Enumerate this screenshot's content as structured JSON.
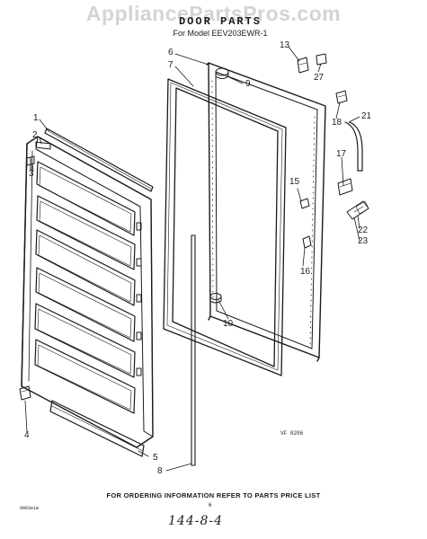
{
  "watermark": "AppliancePartsPros.com",
  "title": "DOOR PARTS",
  "model_line": "For Model EEV203EWR-1",
  "callouts": [
    "1",
    "2",
    "3",
    "4",
    "5",
    "6",
    "7",
    "8",
    "9",
    "10",
    "13",
    "15",
    "16",
    "17",
    "18",
    "21",
    "22",
    "23",
    "27"
  ],
  "diagram_code": "VF 0206",
  "footer_note": "FOR ORDERING INFORMATION REFER TO PARTS PRICE LIST",
  "page_number": "6",
  "small_code": "9803eiw",
  "handwritten_note": "144-8-4"
}
